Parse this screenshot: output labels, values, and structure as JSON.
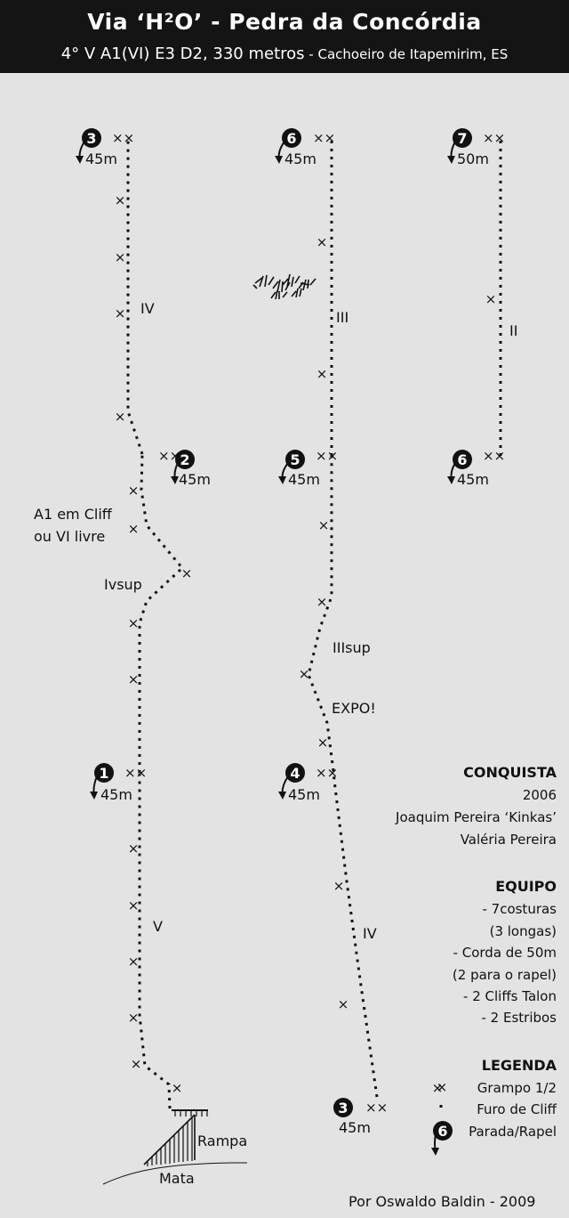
{
  "header": {
    "title": "Via ‘H²O’ - Pedra da Concórdia",
    "subtitle_main": "4° V A1(VI) E3 D2, 330 metros",
    "subtitle_place": " - Cachoeiro de Itapemirim, ES"
  },
  "stations": [
    {
      "num": "1",
      "dist": "45m"
    },
    {
      "num": "2",
      "dist": "45m"
    },
    {
      "num": "3",
      "dist": "45m"
    },
    {
      "num": "4",
      "dist": "45m"
    },
    {
      "num": "5",
      "dist": "45m"
    },
    {
      "num": "6",
      "dist": "45m"
    },
    {
      "num": "3",
      "dist": "45m"
    },
    {
      "num": "6",
      "dist": "45m"
    },
    {
      "num": "7",
      "dist": "50m"
    }
  ],
  "grades": {
    "p1": "V",
    "p2": "Ivsup",
    "p3": "IV",
    "p4": "IV",
    "p5": "IIIsup",
    "p6": "III",
    "p7": "II",
    "expo": "EXPO!",
    "cliff": "A1 em Cliff",
    "cliff2": "ou VI livre"
  },
  "base": {
    "rampa": "Rampa",
    "mata": "Mata"
  },
  "info": {
    "conquista_title": "CONQUISTA",
    "year": "2006",
    "author1": "Joaquim Pereira ‘Kinkas’",
    "author2": "Valéria Pereira",
    "equipo_title": "EQUIPO",
    "eq1": "- 7costuras",
    "eq2": "(3 longas)",
    "eq3": "- Corda de 50m",
    "eq4": "(2 para o rapel)",
    "eq5": "- 2 Cliffs Talon",
    "eq6": "- 2 Estribos",
    "legenda_title": "LEGENDA",
    "leg1": "Grampo 1/2",
    "leg2": "Furo de Cliff",
    "leg3": "Parada/Rapel",
    "leg3_num": "6"
  },
  "credit": "Por Oswaldo Baldin - 2009"
}
